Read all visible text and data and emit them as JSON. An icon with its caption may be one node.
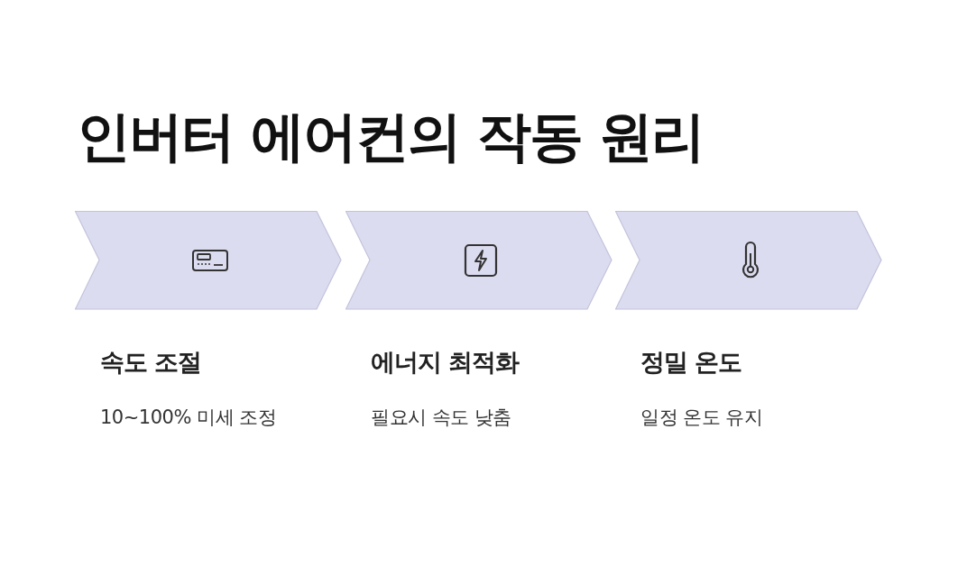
{
  "diagram": {
    "title": "인버터 에어컨의 작동 원리",
    "nodes": [
      {
        "text": [
          "속도 조절",
          "10~100% 미세 조정"
        ]
      },
      {
        "text": [
          "에너지 최적화",
          "필요시 속도 낮춤"
        ]
      },
      {
        "text": [
          "정밀 온도",
          "일정 온도 유지"
        ]
      }
    ]
  }
}
